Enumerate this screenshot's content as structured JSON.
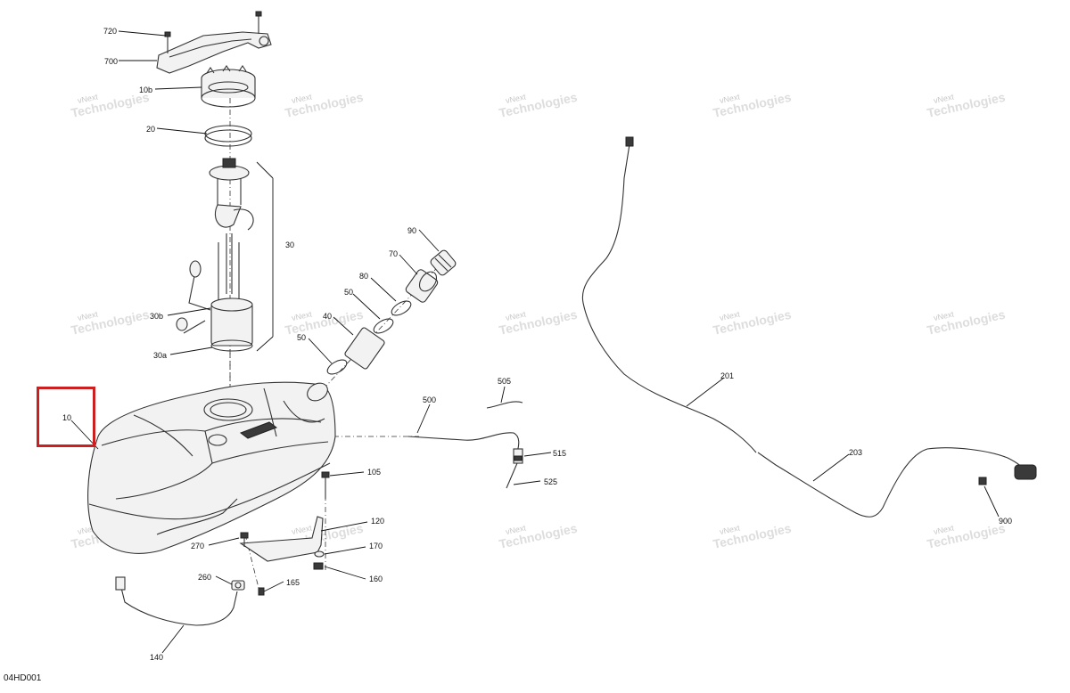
{
  "diagram_code": "04HD001",
  "watermark": {
    "line1": "vNext",
    "line2": "Technologies"
  },
  "highlight_color": "#cc1f1f",
  "callouts": {
    "c720": "720",
    "c700": "700",
    "c10b": "10b",
    "c20": "20",
    "c30": "30",
    "c30b": "30b",
    "c30a": "30a",
    "c90": "90",
    "c70": "70",
    "c80": "80",
    "c50a": "50",
    "c40": "40",
    "c50b": "50",
    "c10": "10",
    "c500": "500",
    "c505": "505",
    "c515": "515",
    "c525": "525",
    "c105": "105",
    "c120": "120",
    "c170": "170",
    "c160": "160",
    "c270": "270",
    "c260": "260",
    "c165": "165",
    "c140": "140",
    "c201": "201",
    "c203": "203",
    "c900": "900"
  }
}
